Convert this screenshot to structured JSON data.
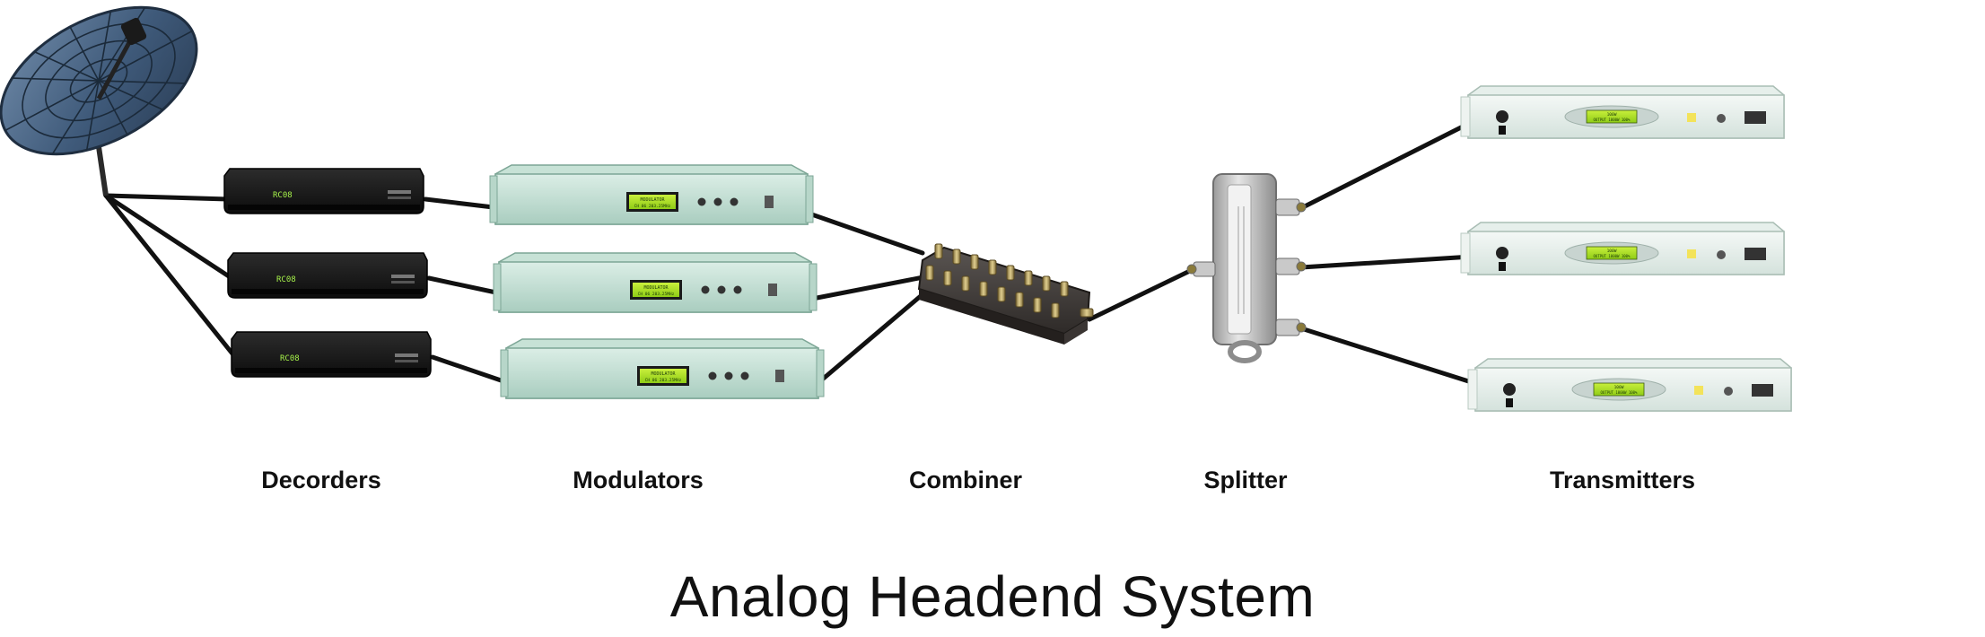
{
  "diagram": {
    "title": "Analog Headend System",
    "stages": {
      "decoders": "Decorders",
      "modulators": "Modulators",
      "combiner": "Combiner",
      "splitter": "Splitter",
      "transmitters": "Transmitters"
    },
    "decoder_display": "RC08",
    "modulator_display": {
      "line1": "MODULATOR",
      "line2": "CH 06 203.25MHz"
    },
    "transmitter_display": {
      "line1": "100W",
      "line2": "OUTPUT 1000W 100%"
    }
  }
}
